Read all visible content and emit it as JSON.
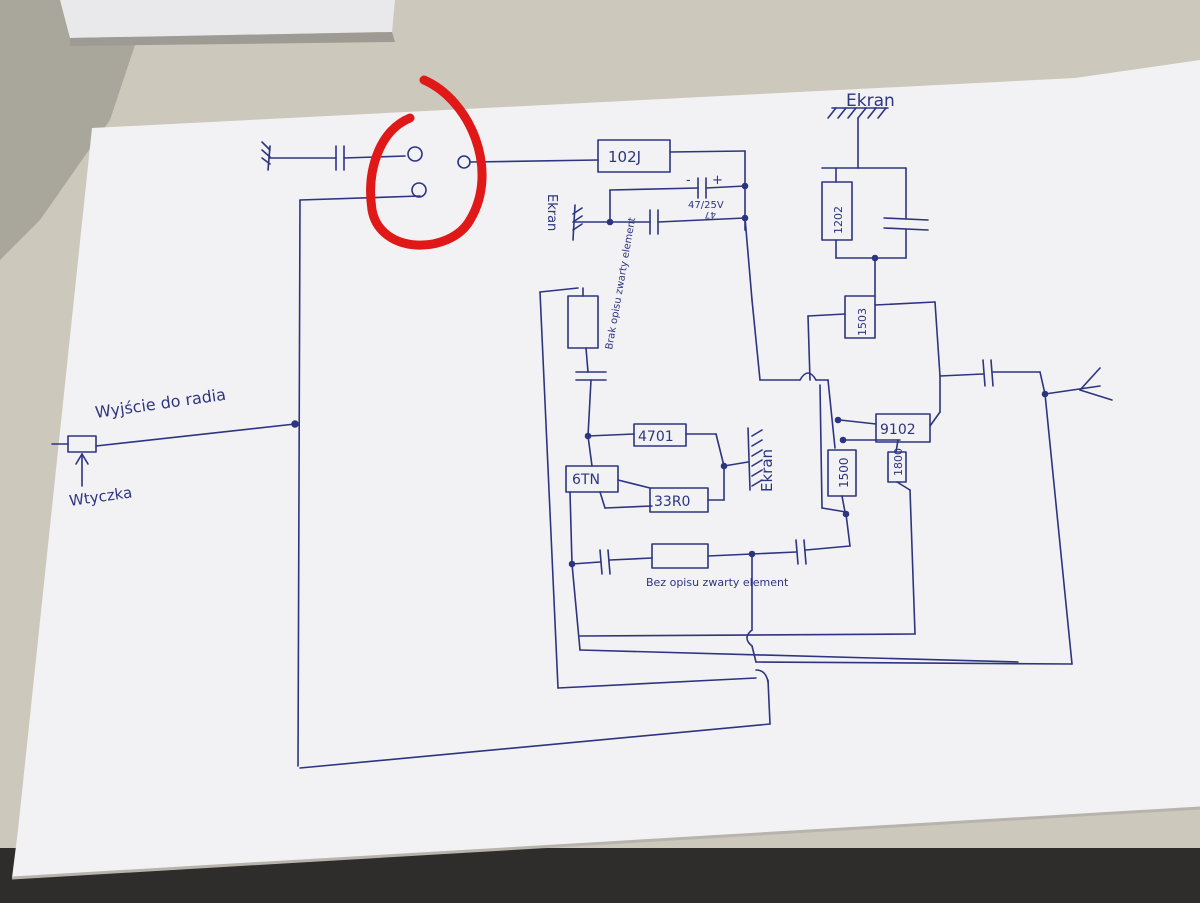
{
  "photo": {
    "subject": "hand-drawn-circuit-schematic",
    "ink_color": "#2d3480",
    "highlight_color": "#e01818",
    "paper_color": "#f2f2f4",
    "desk_color": "#cdc8bc"
  },
  "labels": {
    "output": "Wyjście do radia",
    "plug": "Wtyczka",
    "ekran_top": "Ekran",
    "ekran_left": "Ekran",
    "ekran_mid": "Ekran",
    "no_desc_1": "Brak opisu zwarty element",
    "no_desc_2": "Bez opisu zwarty element",
    "cap_electrolytic": "47/25V",
    "cap_marking": "47",
    "plus_sign": "+",
    "minus_sign": "-"
  },
  "components": {
    "r_102j": "102J",
    "r_4701": "4701",
    "r_33r0": "33R0",
    "r_9102": "9102",
    "r_1500": "1500",
    "r_1503": "1503",
    "r_1800": "1800",
    "r_1202": "1202",
    "transistor": "6TN"
  }
}
